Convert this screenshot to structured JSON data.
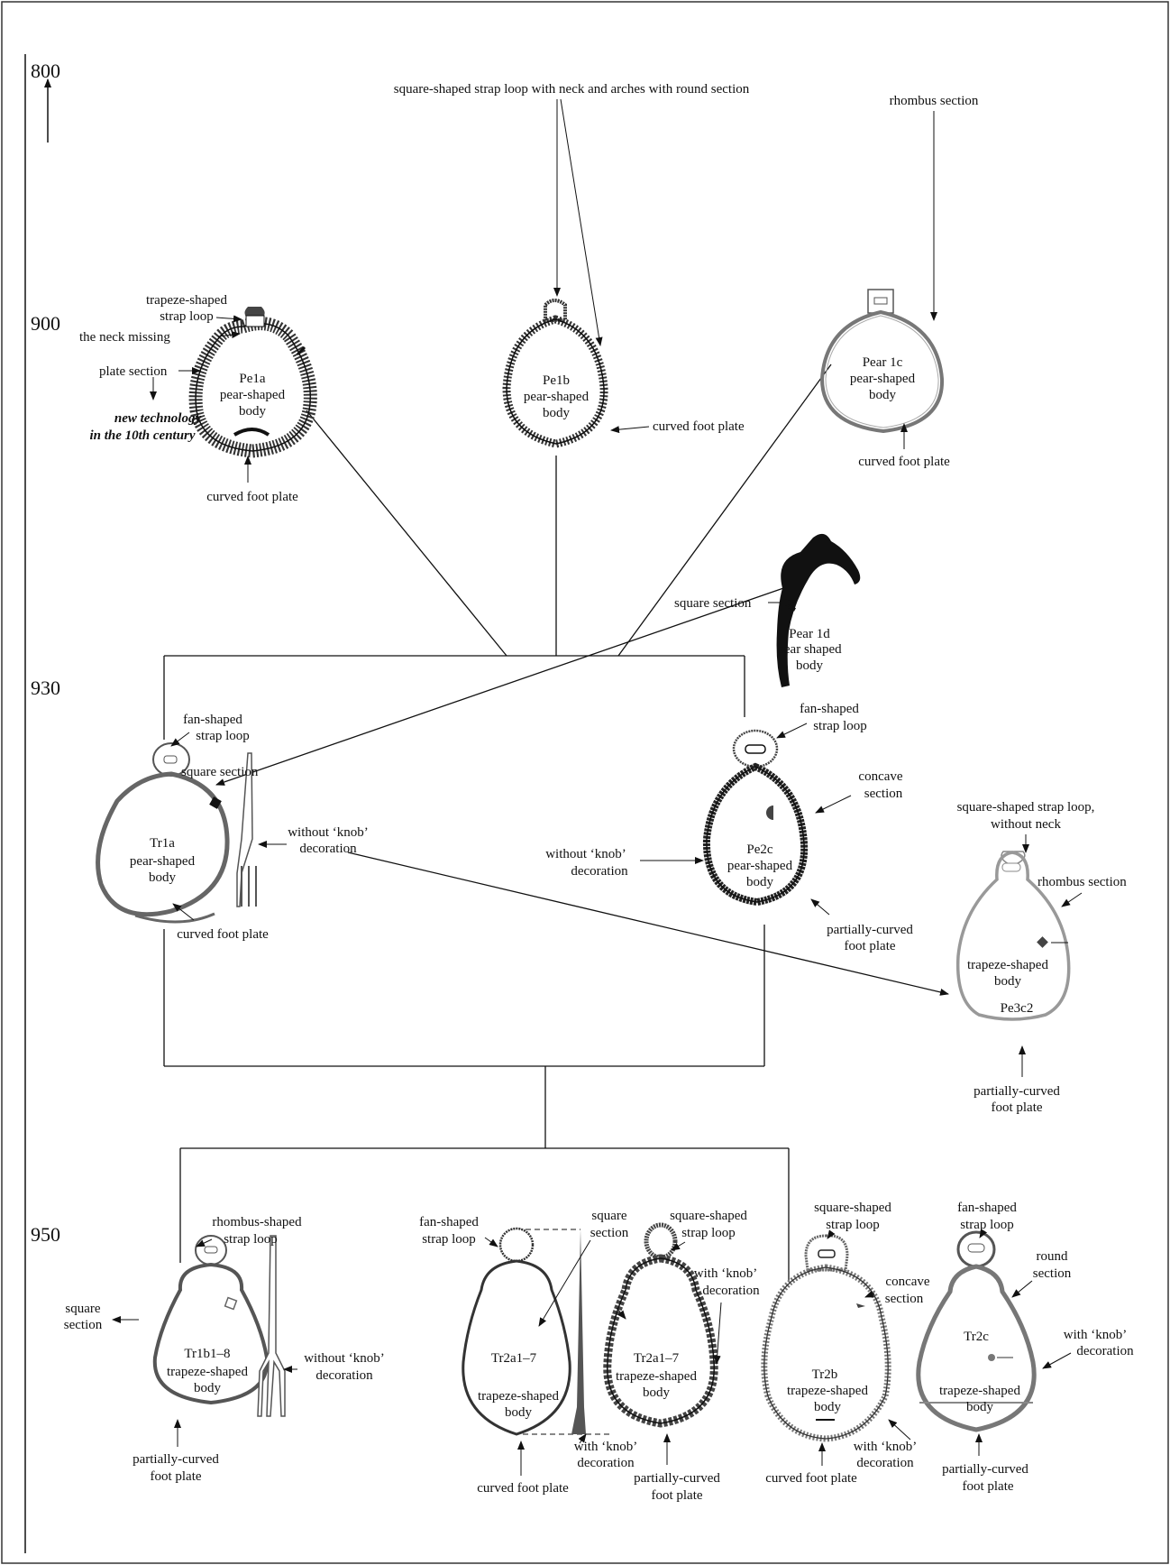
{
  "timeline": {
    "years": [
      "800",
      "900",
      "930",
      "950"
    ]
  },
  "pe1a": {
    "id": "Pe1a",
    "body": [
      "pear-shaped",
      "body"
    ],
    "strap_loop": [
      "trapeze-shaped",
      "strap loop"
    ],
    "neck": "the neck missing",
    "section": "plate section",
    "note": [
      "new technology",
      "in the 10th century"
    ],
    "foot": "curved foot plate"
  },
  "pe1b": {
    "id": "Pe1b",
    "body": [
      "pear-shaped",
      "body"
    ],
    "strap_loop": "square-shaped strap loop with neck and arches with round section",
    "foot": "curved foot plate"
  },
  "pear1c": {
    "id": "Pear 1c",
    "body": [
      "pear-shaped",
      "body"
    ],
    "section": "rhombus section",
    "foot": "curved foot plate"
  },
  "pear1d": {
    "id": "Pear 1d",
    "body": [
      "pear shaped",
      "body"
    ],
    "section": "square section"
  },
  "tr1a": {
    "id": "Tr1a",
    "body": [
      "pear-shaped",
      "body"
    ],
    "strap_loop": [
      "fan-shaped",
      "strap loop"
    ],
    "section": "square section",
    "decoration": [
      "without ‘knob’",
      "decoration"
    ],
    "foot": "curved foot plate"
  },
  "pe2c": {
    "id": "Pe2c",
    "body": [
      "pear-shaped",
      "body"
    ],
    "strap_loop": [
      "fan-shaped",
      "strap loop"
    ],
    "section": [
      "concave",
      "section"
    ],
    "decoration": [
      "without ‘knob’",
      "decoration"
    ],
    "foot": [
      "partially-curved",
      "foot plate"
    ]
  },
  "pe3c2": {
    "id": "Pe3c2",
    "body": [
      "trapeze-shaped",
      "body"
    ],
    "strap_loop": [
      "square-shaped strap loop,",
      "without neck"
    ],
    "section": "rhombus section",
    "foot": [
      "partially-curved",
      "foot plate"
    ]
  },
  "tr1b1": {
    "id": "Tr1b1–8",
    "body": [
      "trapeze-shaped",
      "body"
    ],
    "strap_loop": [
      "rhombus-shaped",
      "strap loop"
    ],
    "section": [
      "square",
      "section"
    ],
    "decoration": [
      "without ‘knob’",
      "decoration"
    ],
    "foot": [
      "partially-curved",
      "foot plate"
    ]
  },
  "tr2a1a": {
    "id": "Tr2a1–7",
    "body": [
      "trapeze-shaped",
      "body"
    ],
    "strap_loop": [
      "fan-shaped",
      "strap loop"
    ],
    "section": [
      "square",
      "section"
    ],
    "foot": "curved foot plate"
  },
  "tr2a1b": {
    "id": "Tr2a1–7",
    "body": [
      "trapeze-shaped",
      "body"
    ],
    "strap_loop": [
      "square-shaped",
      "strap loop"
    ],
    "decoration_top": [
      "with ‘knob’",
      "decoration"
    ],
    "decoration_bottom": [
      "with ‘knob’",
      "decoration"
    ],
    "foot": [
      "partially-curved",
      "foot plate"
    ]
  },
  "tr2b": {
    "id": "Tr2b",
    "body": [
      "trapeze-shaped",
      "body"
    ],
    "strap_loop": [
      "square-shaped",
      "strap loop"
    ],
    "section": [
      "concave",
      "section"
    ],
    "decoration": [
      "with ‘knob’",
      "decoration"
    ],
    "foot": "curved foot plate"
  },
  "tr2c": {
    "id": "Tr2c",
    "body": [
      "trapeze-shaped",
      "body"
    ],
    "strap_loop": [
      "fan-shaped",
      "strap loop"
    ],
    "section": [
      "round",
      "section"
    ],
    "decoration": [
      "with ‘knob’",
      "decoration"
    ],
    "foot": [
      "partially-curved",
      "foot plate"
    ]
  }
}
